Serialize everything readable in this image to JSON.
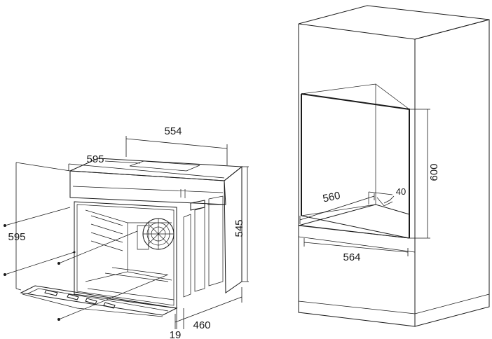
{
  "oven": {
    "dimensions": {
      "top_depth": "554",
      "front_width": "595",
      "left_height": "595",
      "right_height": "545",
      "bottom_depth": "460",
      "door_thickness": "19"
    }
  },
  "cabinet": {
    "dimensions": {
      "niche_depth": "560",
      "niche_width": "564",
      "niche_height": "600",
      "vent_gap": "40"
    }
  }
}
